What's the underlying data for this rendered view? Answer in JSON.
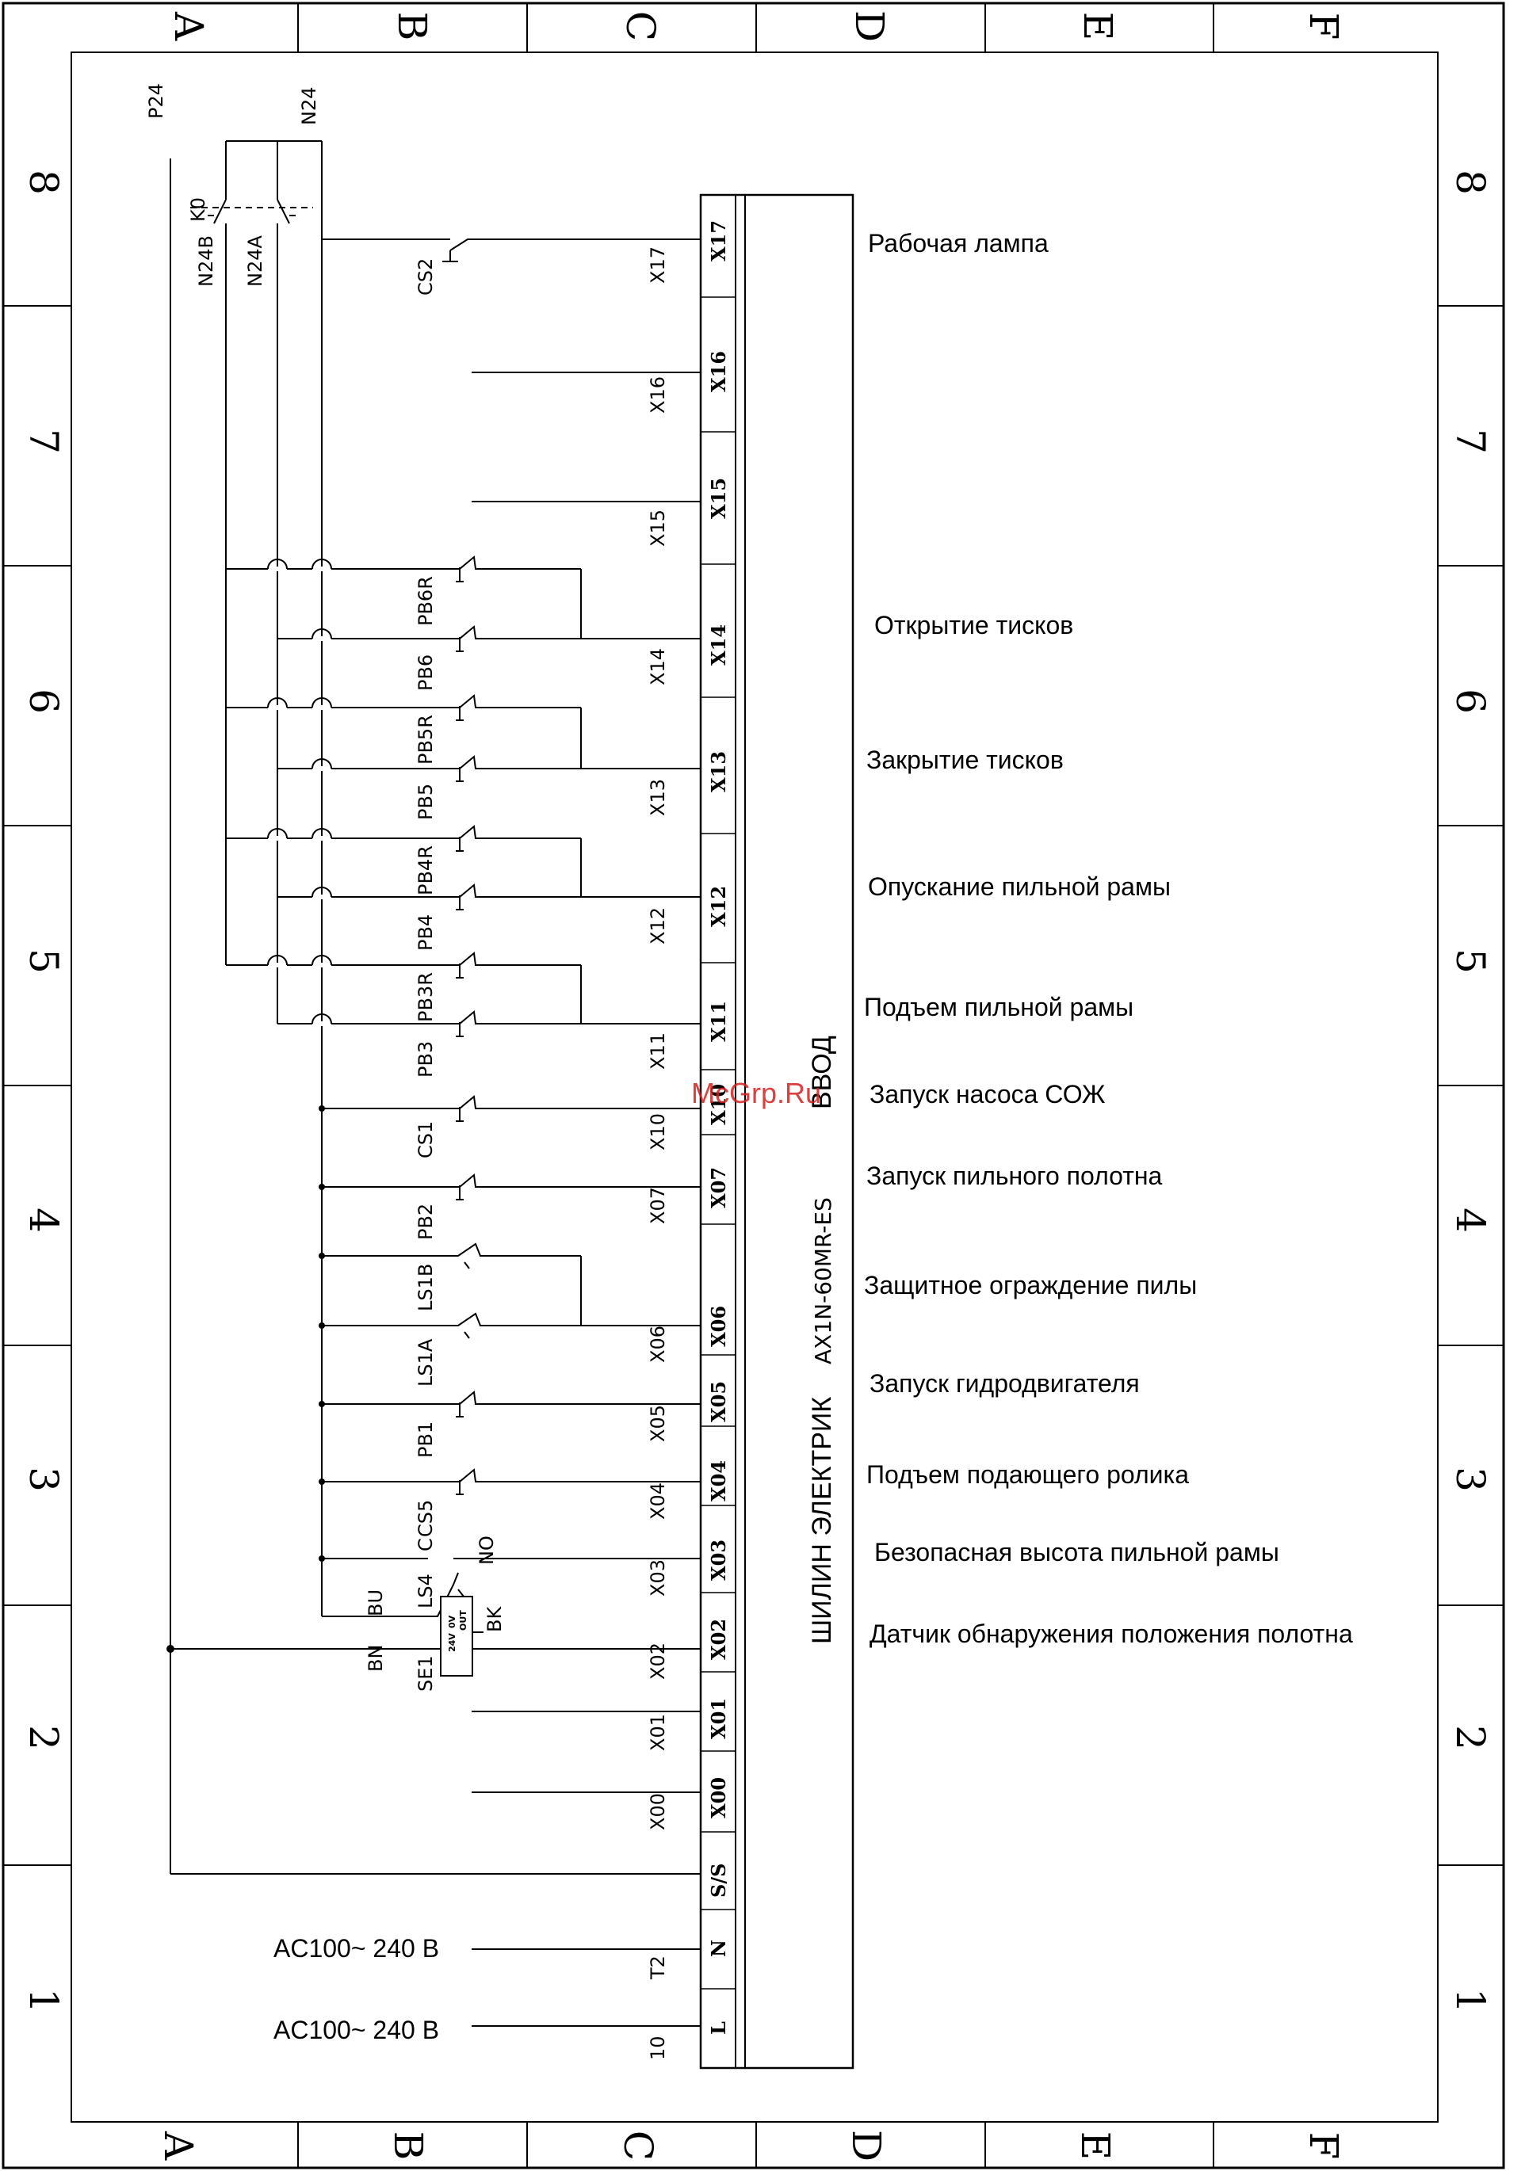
{
  "watermark": "McGrp.Ru",
  "frame": {
    "column_labels": [
      "A",
      "B",
      "C",
      "D",
      "E",
      "F"
    ],
    "row_labels": [
      "8",
      "7",
      "6",
      "5",
      "4",
      "3",
      "2",
      "1"
    ]
  },
  "buses": {
    "positive": "P24",
    "negative": "N24"
  },
  "relay_block": {
    "contact": "K0",
    "branch_b": "N24B",
    "branch_a": "N24A"
  },
  "plc": {
    "brand": "ШИЛИН ЭЛЕКТРИК",
    "model": "AX1N-60MR-ES",
    "section": "ВВОД",
    "terminals": [
      "X17",
      "X16",
      "X15",
      "X14",
      "X13",
      "X12",
      "X11",
      "X10",
      "X07",
      "X06",
      "X05",
      "X04",
      "X03",
      "X02",
      "X01",
      "X00",
      "S/S",
      "N",
      "L"
    ]
  },
  "wire_numbers": [
    "X17",
    "X16",
    "X15",
    "X14",
    "X13",
    "X12",
    "X11",
    "X10",
    "X07",
    "X06",
    "X05",
    "X04",
    "X03",
    "X02",
    "X01",
    "X00",
    "T2",
    "10"
  ],
  "devices": [
    "CS2",
    "PB6R",
    "PB6",
    "PB5R",
    "PB5",
    "PB4R",
    "PB4",
    "PB3R",
    "PB3",
    "CS1",
    "PB2",
    "LS1B",
    "LS1A",
    "PB1",
    "CS5",
    "LS4",
    "SE1"
  ],
  "device_tags": {
    "cs5_prefix": "C",
    "ls4_no": "NO",
    "se1_bu": "BU",
    "se1_bn": "BN",
    "se1_bk": "BK",
    "se1_inner": [
      "24V",
      "0V",
      "OUT"
    ]
  },
  "power_inputs": [
    "AC100~ 240 В",
    "AC100~ 240 В"
  ],
  "signals": [
    "Рабочая лампа",
    "Открытие тисков",
    "Закрытие тисков",
    "Опускание пильной рамы",
    "Подъем пильной рамы",
    "Запуск насоса СОЖ",
    "Запуск пильного полотна",
    "Защитное ограждение пилы",
    "Запуск гидродвигателя",
    "Подъем подающего ролика",
    "Безопасная высота пильной рамы",
    "Датчик обнаружения положения полотна"
  ]
}
